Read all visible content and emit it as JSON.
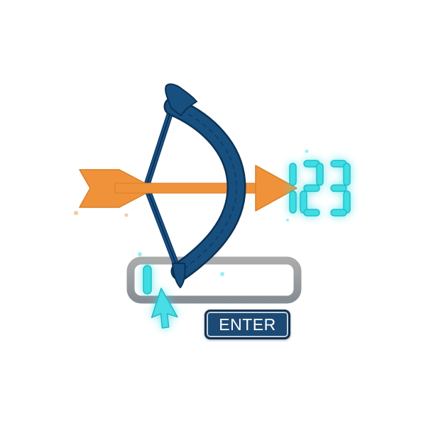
{
  "illustration": {
    "description": "Bow shooting an arrow toward seven-segment digits, above a text input field with caret, mouse cursor and an ENTER button",
    "digits_display": {
      "value": "123",
      "style": "seven-segment"
    },
    "text_input": {
      "value": "",
      "caret_visible": true
    },
    "enter_button": {
      "label": "ENTER"
    },
    "cursor": "arrow-pointer"
  },
  "colors": {
    "bow_blue": "#17507f",
    "bow_edge": "#0c3154",
    "string_blue": "#123f6b",
    "string_core": "#07223f",
    "arrow_orange": "#f0923a",
    "arrow_edge": "#d97f28",
    "cyan": "#3edde2",
    "cyan_edge": "#1fbecd",
    "input_gray_top": "#ababab",
    "input_gray_bottom": "#878e94",
    "button_fill": "#1d4a75",
    "button_border": "#10314f",
    "button_text": "#ffffff",
    "background": "#ffffff"
  }
}
